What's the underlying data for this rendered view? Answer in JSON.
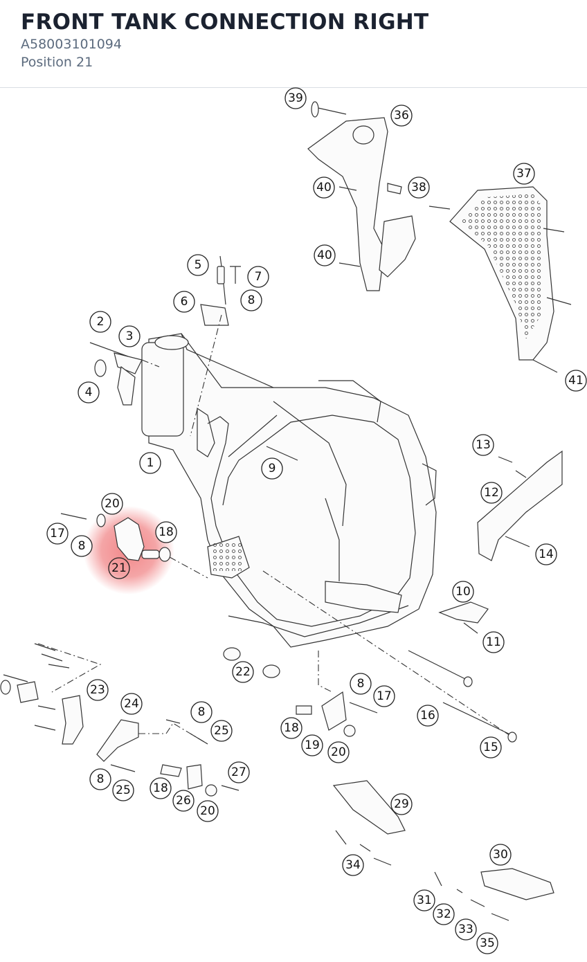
{
  "header": {
    "title": "FRONT TANK CONNECTION RIGHT",
    "part_number": "A58003101094",
    "position": "Position 21"
  },
  "highlight": {
    "color": "#e8373a",
    "position_label": "21"
  },
  "callouts": [
    "39",
    "36",
    "37",
    "40",
    "38",
    "40",
    "5",
    "7",
    "6",
    "8",
    "2",
    "3",
    "4",
    "41",
    "1",
    "9",
    "13",
    "12",
    "20",
    "17",
    "18",
    "8",
    "21",
    "14",
    "10",
    "11",
    "22",
    "23",
    "8",
    "17",
    "24",
    "8",
    "25",
    "16",
    "18",
    "19",
    "20",
    "15",
    "27",
    "8",
    "25",
    "18",
    "26",
    "20",
    "29",
    "34",
    "30",
    "31",
    "32",
    "33",
    "35"
  ]
}
